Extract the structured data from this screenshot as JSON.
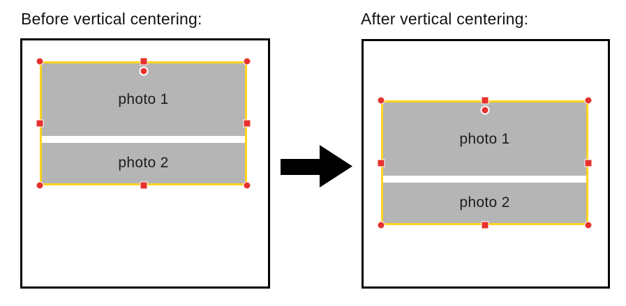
{
  "panels": {
    "before": {
      "title": "Before vertical centering:",
      "photo1_label": "photo 1",
      "photo2_label": "photo 2"
    },
    "after": {
      "title": "After vertical centering:",
      "photo1_label": "photo 1",
      "photo2_label": "photo 2"
    }
  },
  "arrow": {
    "icon": "right-arrow"
  },
  "colors": {
    "selection_yellow": "#ffd41e",
    "handle_red": "#e7312e",
    "photo_gray": "#b5b5b5",
    "canvas_border": "#000000",
    "text_color": "#111111"
  }
}
